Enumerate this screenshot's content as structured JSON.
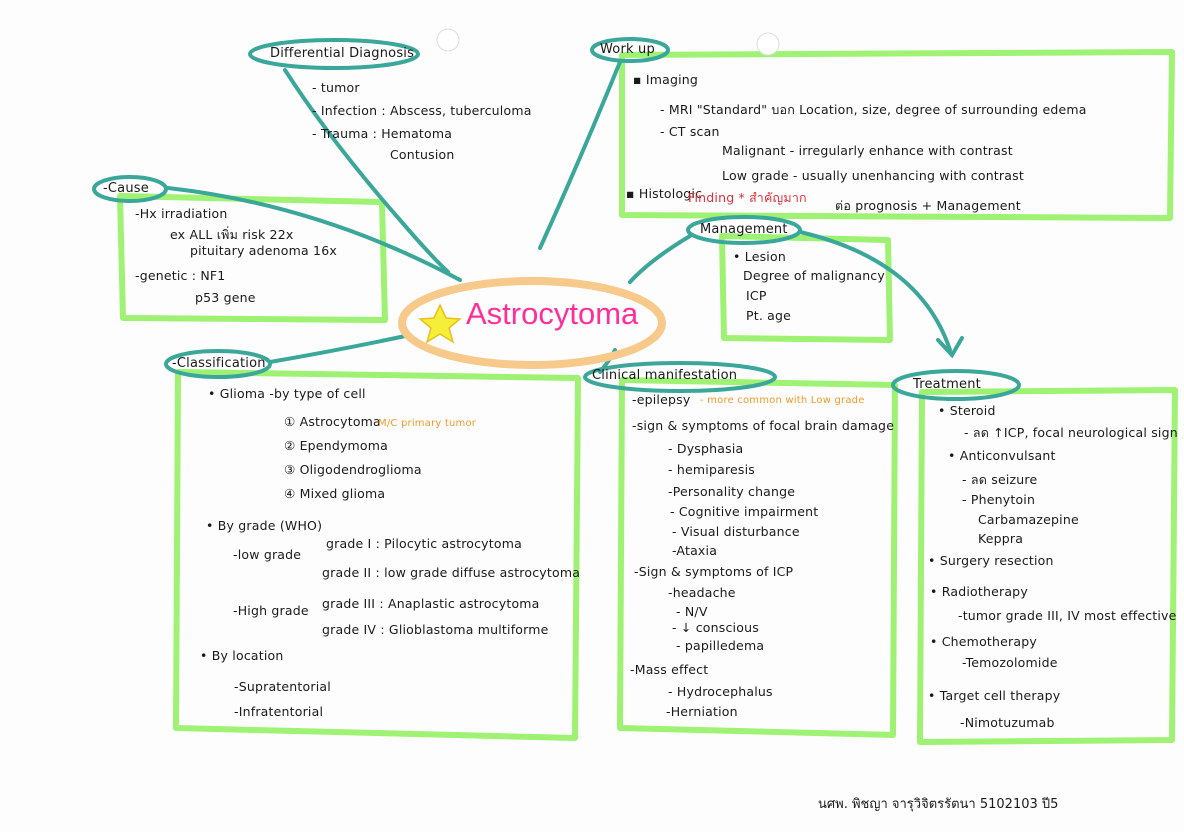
{
  "center_title": "Astrocytoma",
  "colors": {
    "box_border": "#8ef05a",
    "connector": "#3aa79a",
    "center_ring": "#f7c98a",
    "title": "#ff2f9a",
    "star": "#f5ef3a",
    "red_note": "#e0303a",
    "orange_note": "#f29a2a"
  },
  "differential": {
    "title": "Differential Diagnosis",
    "lines": [
      "- tumor",
      "- Infection : Abscess, tuberculoma",
      "- Trauma : Hematoma",
      "Contusion"
    ]
  },
  "workup": {
    "title": "Work up",
    "lines": [
      "▪ Imaging",
      "- MRI \"Standard\" บอก Location, size, degree of surrounding edema",
      "- CT scan",
      "Malignant - irregularly enhance with contrast",
      "Low grade - usually unenhancing with contrast",
      "▪ Histologic",
      "Finding * สำคัญมาก",
      "ต่อ prognosis + Management"
    ]
  },
  "cause": {
    "title": "-Cause",
    "lines": [
      "-Hx irradiation",
      "ex ALL เพิ่ม risk 22x",
      "pituitary adenoma 16x",
      "-genetic : NF1",
      "p53 gene"
    ]
  },
  "management": {
    "title": "Management",
    "lines": [
      "• Lesion",
      "Degree of malignancy",
      "ICP",
      "Pt. age"
    ]
  },
  "classification": {
    "title": "-Classification",
    "lines": [
      "• Glioma -by type of cell",
      "① Astrocytoma",
      "M/C primary tumor",
      "② Ependymoma",
      "③ Oligodendroglioma",
      "④ Mixed glioma",
      "• By grade (WHO)",
      "-low grade",
      "grade I : Pilocytic astrocytoma",
      "grade II : low grade diffuse astrocytoma",
      "-High grade",
      "grade III : Anaplastic astrocytoma",
      "grade IV : Glioblastoma multiforme",
      "• By location",
      "-Supratentorial",
      "-Infratentorial"
    ]
  },
  "clinical": {
    "title": "Clinical manifestation",
    "lines": [
      "-epilepsy",
      "- more common with Low grade",
      "-sign & symptoms of focal brain damage",
      "- Dysphasia",
      "- hemiparesis",
      "-Personality change",
      "- Cognitive impairment",
      "- Visual disturbance",
      "-Ataxia",
      "-Sign & symptoms of ICP",
      "-headache",
      "- N/V",
      "- ↓ conscious",
      "- papilledema",
      "-Mass effect",
      "- Hydrocephalus",
      "-Herniation"
    ]
  },
  "treatment": {
    "title": "Treatment",
    "lines": [
      "• Steroid",
      "- ลด ↑ICP, focal neurological sign",
      "• Anticonvulsant",
      "- ลด seizure",
      "- Phenytoin",
      "Carbamazepine",
      "Keppra",
      "• Surgery resection",
      "• Radiotherapy",
      "-tumor grade III, IV most effective",
      "• Chemotherapy",
      "-Temozolomide",
      "• Target cell therapy",
      "-Nimotuzumab"
    ]
  },
  "signature": "นศพ. พิชญา จารุวิจิตรรัตนา 5102103 ปี5"
}
